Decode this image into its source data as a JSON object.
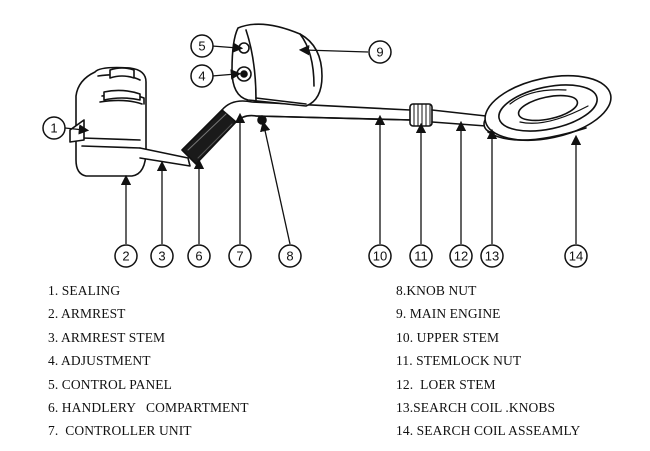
{
  "callouts": [
    "1",
    "2",
    "3",
    "4",
    "5",
    "6",
    "7",
    "8",
    "9",
    "10",
    "11",
    "12",
    "13",
    "14"
  ],
  "legend_left": [
    "1. SEALING",
    "2. ARMREST",
    "3. ARMREST STEM",
    "4. ADJUSTMENT",
    "5. CONTROL PANEL",
    "6. HANDLERY   COMPARTMENT",
    "7.  CONTROLLER UNIT"
  ],
  "legend_right": [
    "8.KNOB NUT",
    "9. MAIN ENGINE",
    "10. UPPER STEM",
    "11. STEMLOCK NUT",
    "12.  LOER STEM",
    "13.SEARCH COIL .KNOBS",
    "14. SEARCH COIL ASSEAMLY"
  ],
  "colors": {
    "line": "#111111",
    "background": "#ffffff",
    "grip": "#1a1a1a"
  }
}
